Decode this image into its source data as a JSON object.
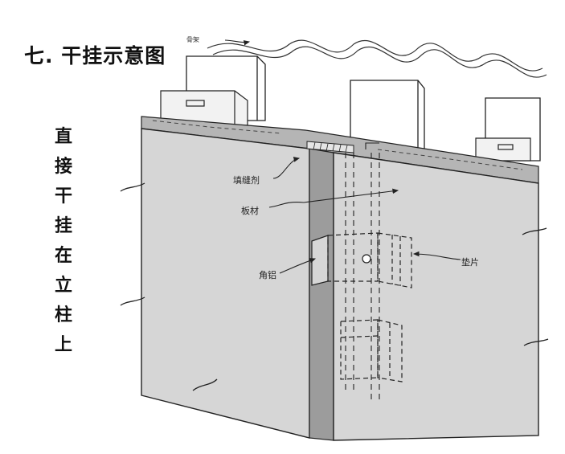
{
  "title": "七. 干挂示意图",
  "vertical_caption": [
    "直",
    "接",
    "干",
    "挂",
    "在",
    "立",
    "柱",
    "上"
  ],
  "labels": {
    "frame": "骨架",
    "sealant": "填缝剂",
    "panel": "板材",
    "angle": "角铝",
    "shim": "垫片"
  },
  "colors": {
    "panel_face": "#d6d6d6",
    "joint": "#9c9c9c",
    "slab_top": "#b5b5b5",
    "line": "#222222"
  }
}
